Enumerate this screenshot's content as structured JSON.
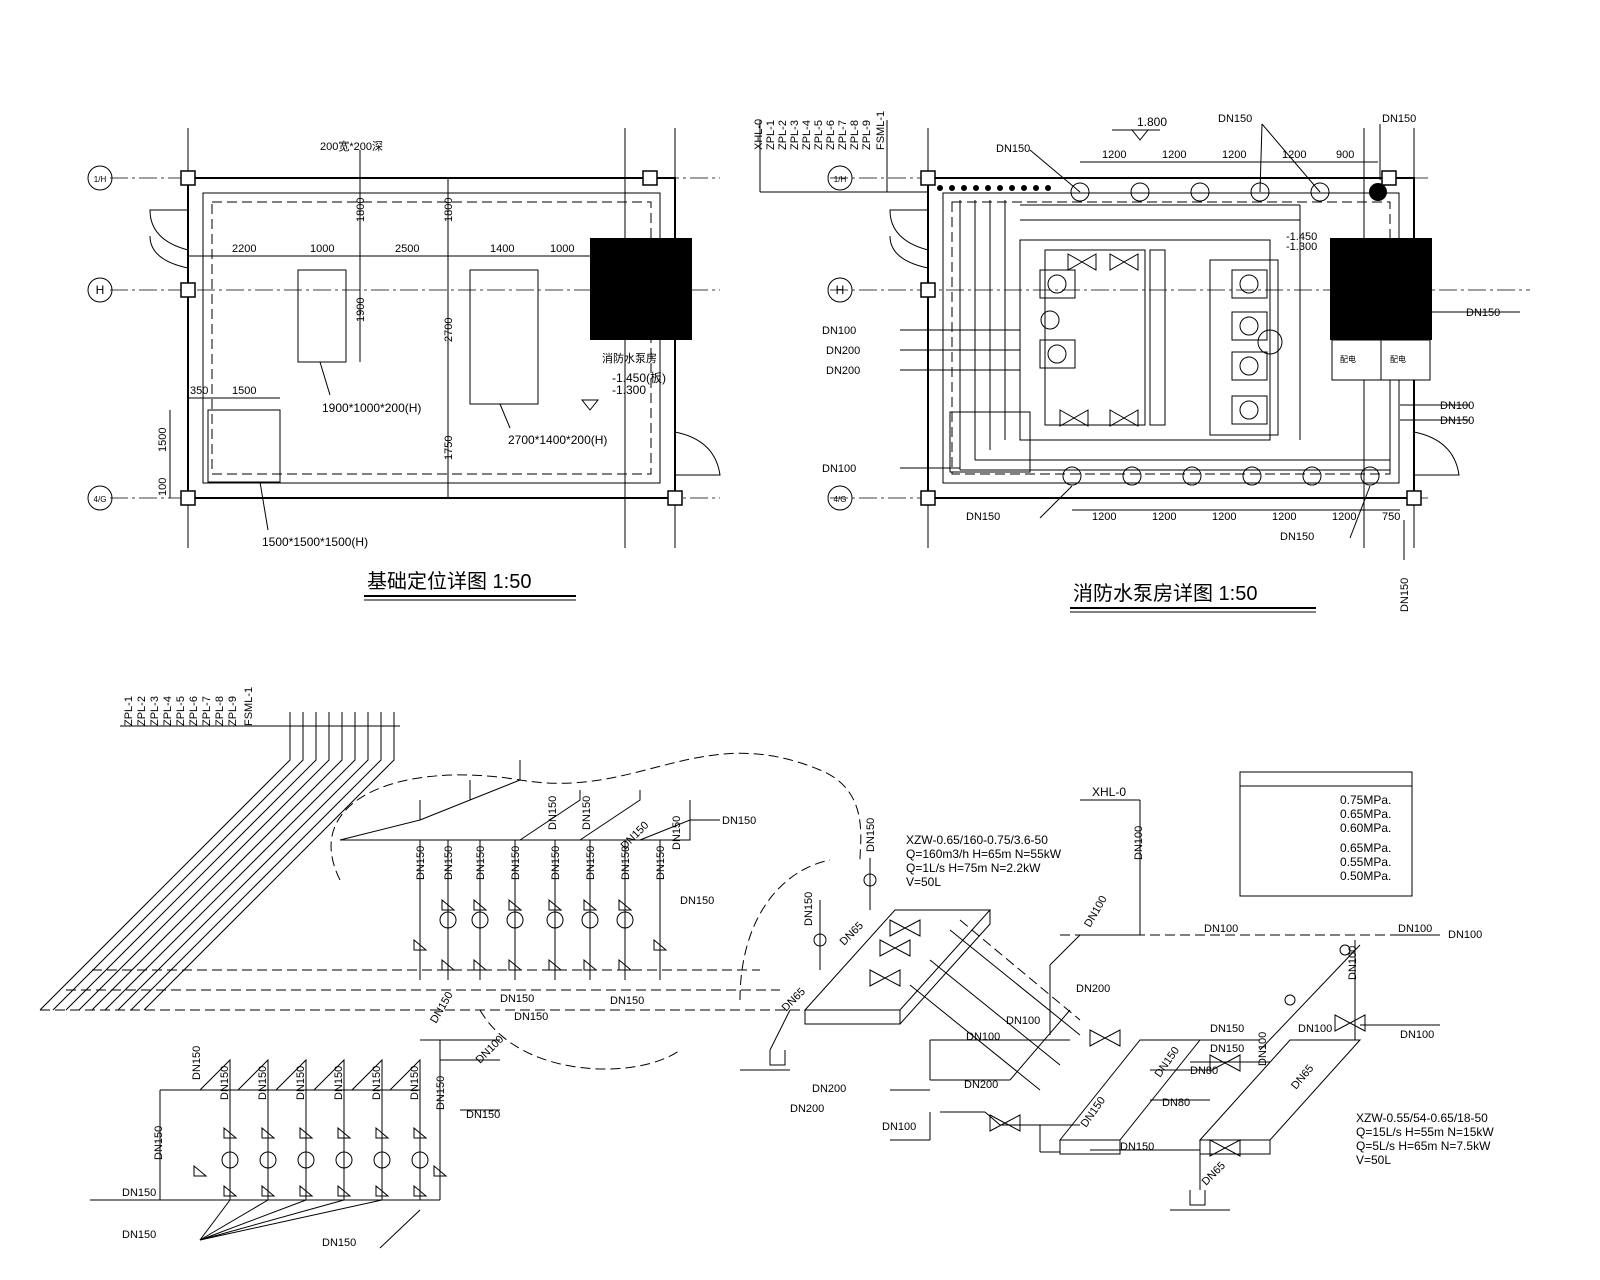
{
  "titles": {
    "foundation": "基础定位详图 1:50",
    "pump_room": "消防水泵房详图 1:50"
  },
  "axes": {
    "a1": "1/H",
    "a2": "H",
    "a3": "4/G"
  },
  "foundation": {
    "dim_top": [
      "2200",
      "1000",
      "2500",
      "1400",
      "1000"
    ],
    "dim_left_a": "350",
    "dim_left_b": "1500",
    "dim_vert_a": "1800",
    "dim_vert_b": "1900",
    "dim_vert_c": "1800",
    "dim_vert_d": "2700",
    "dim_vert_e": "1750",
    "dim_vert_f": "1500",
    "dim_vert_g": "100",
    "block1": "1900*1000*200(H)",
    "block2": "2700*1400*200(H)",
    "block3": "1500*1500*1500(H)",
    "top_note": "200宽*200深",
    "room_label": "消防水泵房",
    "level_a": "-1.450(板)",
    "level_b": "-1.300"
  },
  "pump_room": {
    "riser_labels": [
      "XHL-0",
      "ZPL-1",
      "ZPL-2",
      "ZPL-3",
      "ZPL-4",
      "ZPL-5",
      "ZPL-6",
      "ZPL-7",
      "ZPL-8",
      "ZPL-9",
      "FSML-1"
    ],
    "level": "1.800",
    "dim_top": [
      "1200",
      "1200",
      "1200",
      "1200",
      "900"
    ],
    "dim_bottom": [
      "1200",
      "1200",
      "1200",
      "1200",
      "1200",
      "750"
    ],
    "tag_dn150_x3": "DN150",
    "tag_dn150_x2": "DN150",
    "tag_dn150_right": "DN150",
    "tag_dn150_x5": "DN150",
    "tag_dn150_x1": "DN150",
    "tag_dn150_v": "DN150",
    "left_tags": [
      "DN100",
      "DN200",
      "DN200"
    ],
    "left_tag_bottom": "DN100",
    "right_tags": [
      "DN100",
      "DN150"
    ],
    "level_a": "-1.450",
    "level_b": "-1.300",
    "panel_a": "配电",
    "panel_b": "配电"
  },
  "system": {
    "riser_labels": [
      "ZPL-1",
      "ZPL-2",
      "ZPL-3",
      "ZPL-4",
      "ZPL-5",
      "ZPL-6",
      "ZPL-7",
      "ZPL-8",
      "ZPL-9",
      "FSML-1"
    ],
    "vert_tags_top": [
      "DN150",
      "DN150",
      "DN150",
      "DN150",
      "DN150",
      "DN150",
      "DN150",
      "DN150"
    ],
    "vert_tags_top2": [
      "DN150",
      "DN150",
      "DN150",
      "DN150"
    ],
    "tag_dn150_a": "DN150",
    "tag_dn150_b": "DN150",
    "tag_x3": "DN150",
    "tag_x2": "DN150",
    "tag_valve": "DN150",
    "tag_dn100_a": "DN100",
    "lower_tags": [
      "DN150",
      "DN150",
      "DN150",
      "DN150",
      "DN150",
      "DN150",
      "DN150",
      "DN150",
      "DN150"
    ],
    "tag_dn150_main": "DN150",
    "tag_x5": "DN150",
    "tag_x1": "DN150",
    "tag_dn150_c": "DN150"
  },
  "equipment": {
    "xhl": "XHL-0",
    "spec1": [
      "XZW-0.65/160-0.75/3.6-50",
      "Q=160m3/h H=65m N=55kW",
      "Q=1L/s H=75m N=2.2kW",
      "V=50L"
    ],
    "spec2": [
      "XZW-0.55/54-0.65/18-50",
      "Q=15L/s H=55m N=15kW",
      "Q=5L/s H=65m N=7.5kW",
      "V=50L"
    ],
    "pressures": [
      "0.75MPa.",
      "0.65MPa.",
      "0.60MPa.",
      "0.65MPa.",
      "0.55MPa.",
      "0.50MPa."
    ],
    "pipe_tags": [
      "DN150",
      "DN65",
      "DN65",
      "DN150",
      "DN100",
      "DN100",
      "DN100",
      "DN100",
      "DN100",
      "DN200",
      "DN100",
      "DN100",
      "DN200",
      "DN200",
      "DN200",
      "DN100",
      "DN150",
      "DN150",
      "DN150",
      "DN80",
      "DN80",
      "DN150",
      "DN150",
      "DN100",
      "DN100",
      "DN100",
      "DN65",
      "DN65",
      "DN100"
    ]
  }
}
